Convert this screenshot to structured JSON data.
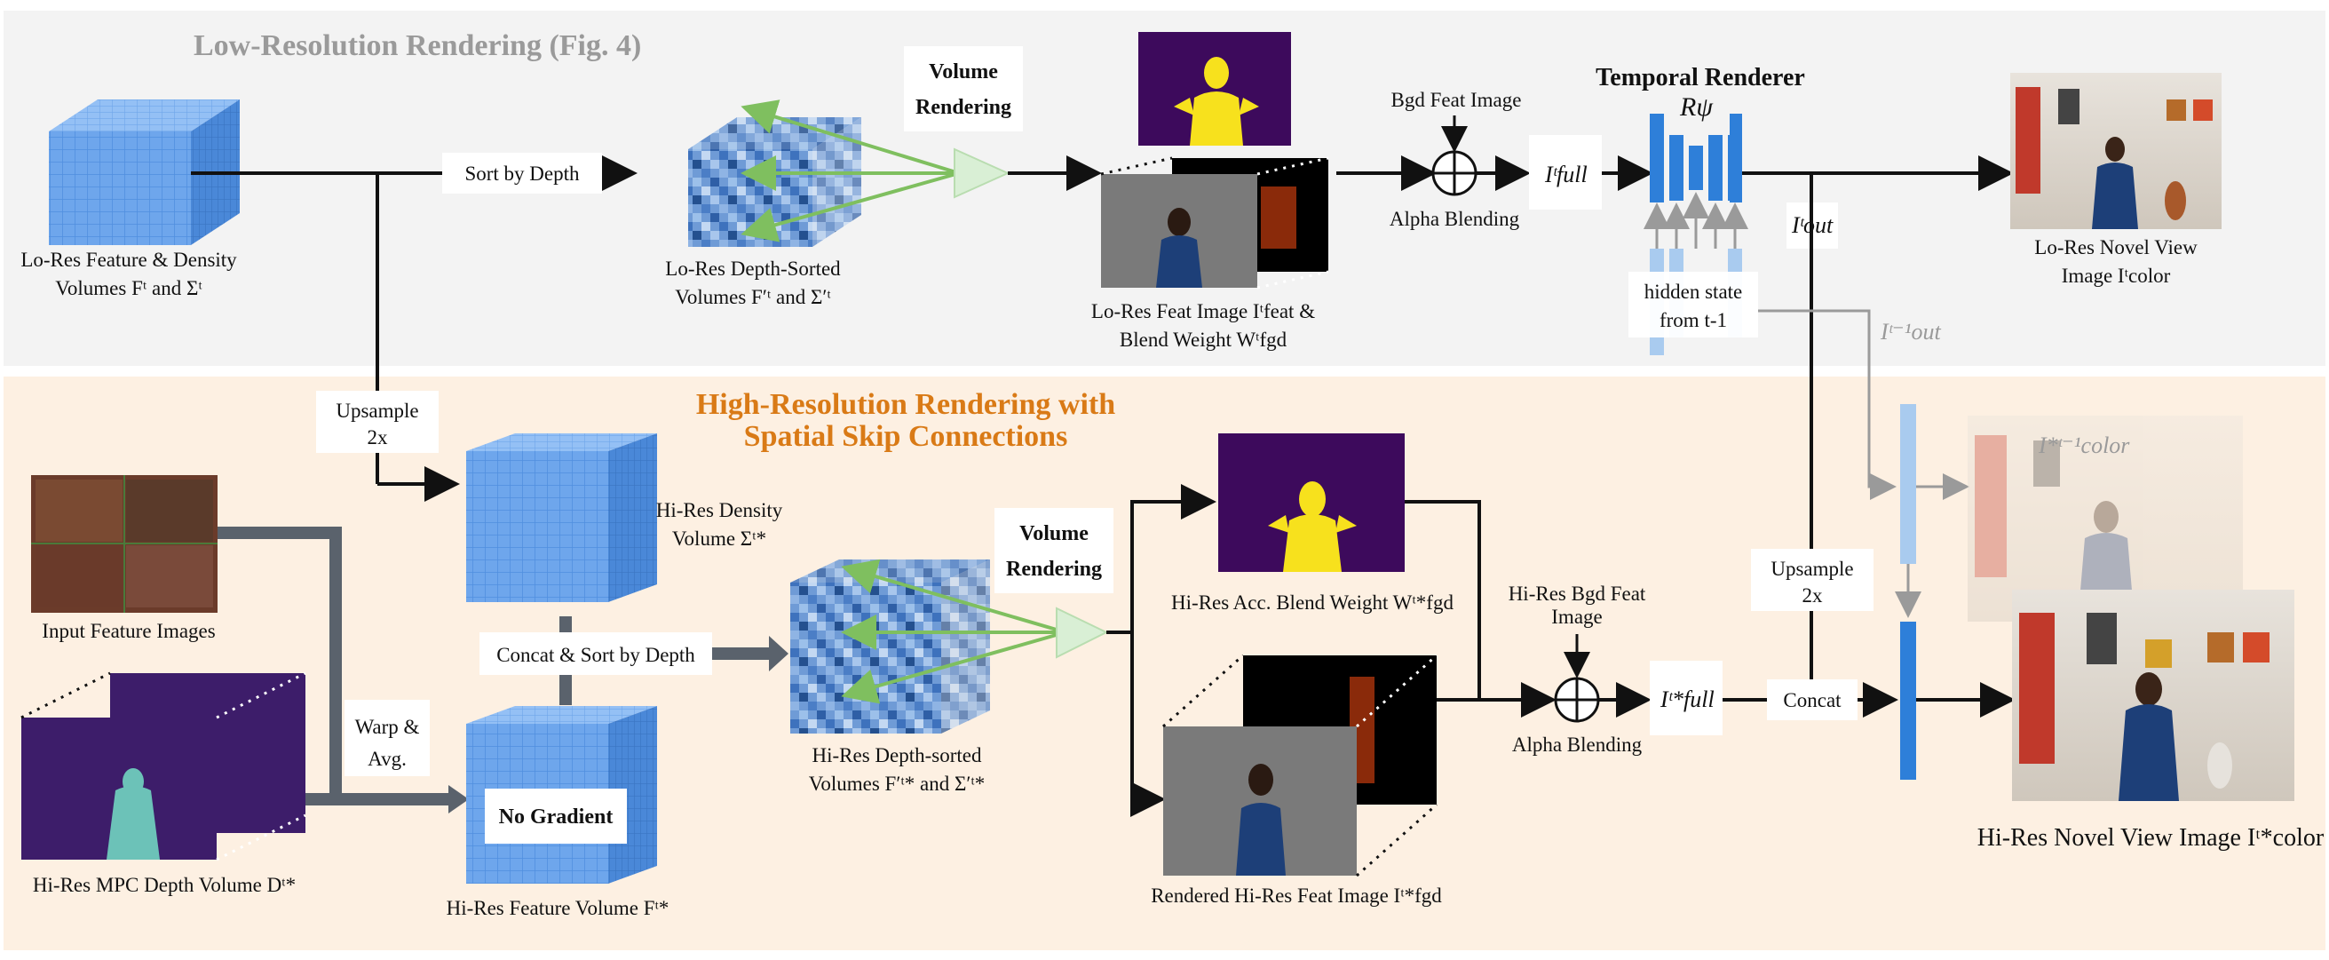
{
  "sections": {
    "low_res_title": "Low-Resolution Rendering (Fig. 4)",
    "high_res_title_line1": "High-Resolution Rendering with",
    "high_res_title_line2": "Spatial Skip Connections"
  },
  "low_res": {
    "feature_volume_line1": "Lo-Res Feature & Density",
    "feature_volume_line2": "Volumes Fᵗ and Σᵗ",
    "sort_by_depth": "Sort by Depth",
    "sorted_volume_line1": "Lo-Res Depth-Sorted",
    "sorted_volume_line2": "Volumes F′ᵗ and Σ′ᵗ",
    "volume_rendering_line1": "Volume",
    "volume_rendering_line2": "Rendering",
    "feat_image_line1": "Lo-Res Feat Image Iᵗfeat &",
    "feat_image_line2": "Blend Weight Wᵗfgd",
    "bgd_feat_image": "Bgd Feat Image",
    "alpha_blending": "Alpha Blending",
    "i_full": "Iᵗfull",
    "temporal_renderer": "Temporal Renderer",
    "r_psi": "Rψ",
    "hidden_state_line1": "hidden state",
    "hidden_state_line2": "from t-1",
    "i_out": "Iᵗout",
    "i_out_prev": "Iᵗ⁻¹out",
    "novel_view_line1": "Lo-Res Novel View",
    "novel_view_line2": "Image Iᵗcolor"
  },
  "high_res": {
    "upsample_line1": "Upsample",
    "upsample_line2": "2x",
    "input_feature_images": "Input Feature Images",
    "mpc_depth": "Hi-Res MPC Depth Volume Dᵗ*",
    "warp_line1": "Warp &",
    "warp_line2": "Avg.",
    "density_volume_line1": "Hi-Res Density",
    "density_volume_line2": "Volume Σᵗ*",
    "concat_sort": "Concat & Sort by Depth",
    "no_gradient": "No Gradient",
    "feature_volume": "Hi-Res Feature Volume Fᵗ*",
    "sorted_volume_line1": "Hi-Res Depth-sorted",
    "sorted_volume_line2": "Volumes F′ᵗ* and Σ′ᵗ*",
    "volume_rendering_line1": "Volume",
    "volume_rendering_line2": "Rendering",
    "acc_blend_weight": "Hi-Res Acc. Blend Weight Wᵗ*fgd",
    "rendered_feat": "Rendered Hi-Res Feat Image Iᵗ*fgd",
    "bgd_feat_line1": "Hi-Res Bgd Feat",
    "bgd_feat_line2": "Image",
    "alpha_blending": "Alpha Blending",
    "i_full": "Iᵗ*full",
    "concat": "Concat",
    "prev_color": "I*ᵗ⁻¹color",
    "novel_view": "Hi-Res Novel View Image Iᵗ*color"
  },
  "colors": {
    "top_panel": "#f3f3f3",
    "bottom_panel": "#fdf0e2",
    "cube_front": "#6ea6ec",
    "cube_top": "#94c0f5",
    "cube_side": "#4a88d8",
    "renderer_blue": "#2e7fd9",
    "renderer_light": "#a9cbef",
    "frustum": "#d9efd5",
    "green_ray": "#7fbf5f",
    "accent_orange": "#d97a16",
    "mask_purple": "#3d0a5c",
    "mask_yellow": "#f7e11d"
  }
}
